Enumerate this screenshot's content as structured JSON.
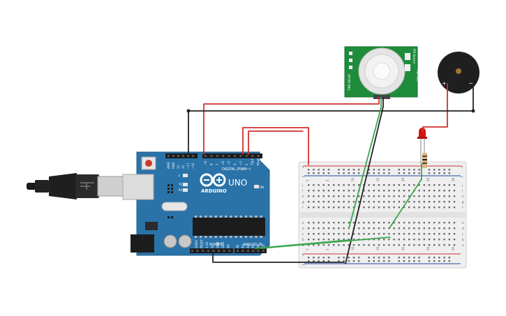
{
  "arduino": {
    "brand": "ARDUINO",
    "model": "UNO",
    "digital_label": "DIGITAL (PWM~)",
    "power_label": "POWER",
    "analog_label": "ANALOG IN",
    "on_label": "ON",
    "tx_label": "TX",
    "rx_label": "RX",
    "l_label": "L",
    "top_pins": [
      "AREF",
      "GND",
      "13",
      "12",
      "~11",
      "~10",
      "~9",
      "8",
      "7",
      "~6",
      "~5",
      "4",
      "~3",
      "2",
      "TX▸1",
      "RX◂0"
    ],
    "power_pins": [
      "IOREF",
      "RESET",
      "3.3V",
      "5V",
      "GND",
      "GND",
      "Vin"
    ],
    "analog_pins": [
      "A0",
      "A1",
      "A2",
      "A3",
      "A4",
      "A5"
    ]
  },
  "pir": {
    "left_text": "PIR Sensor",
    "right_text": "Pwr Gnd",
    "side_text": "TIME DELAY"
  },
  "buzzer": {
    "plus": "+",
    "minus": "−"
  },
  "breadboard": {
    "plus": "+",
    "minus": "−",
    "column_numbers": [
      "1",
      "5",
      "10",
      "15",
      "20",
      "25",
      "30"
    ],
    "rows_top": [
      "j",
      "i",
      "h",
      "g",
      "f"
    ],
    "rows_bottom": [
      "e",
      "d",
      "c",
      "b",
      "a"
    ]
  },
  "colors": {
    "board": "#2a73a8",
    "wire_red": "#d32f2f",
    "wire_black": "#222222",
    "wire_green": "#3aa64c",
    "led": "#d41414"
  }
}
